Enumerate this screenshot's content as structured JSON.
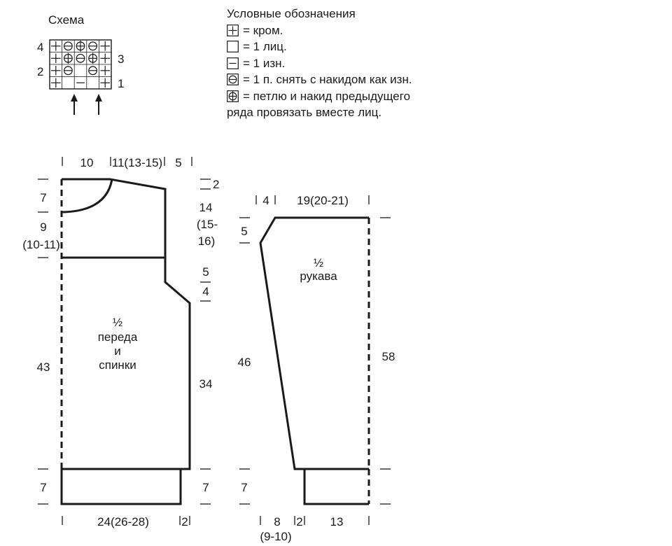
{
  "chart": {
    "title": "Схема",
    "row_numbers": [
      "4",
      "3",
      "2",
      "1"
    ],
    "grid": [
      [
        "edge",
        "slip",
        "knit-tog",
        "slip",
        "edge"
      ],
      [
        "edge",
        "knit-tog",
        "slip",
        "knit-tog",
        "edge"
      ],
      [
        "edge",
        "slip",
        "knit",
        "slip",
        "edge"
      ],
      [
        "edge",
        "knit",
        "purl",
        "knit",
        "edge"
      ]
    ]
  },
  "legend": {
    "title": "Условные обозначения",
    "items": [
      {
        "symbol": "edge",
        "text": "= кром."
      },
      {
        "symbol": "knit",
        "text": "= 1 лиц."
      },
      {
        "symbol": "purl",
        "text": "= 1 изн."
      },
      {
        "symbol": "slip",
        "text": "= 1 п. снять с накидом как изн."
      },
      {
        "symbol": "knit-tog",
        "text": "= петлю и накид предыдущего"
      }
    ],
    "continuation": "ряда провязать вместе лиц."
  },
  "body_pattern": {
    "label_lines": [
      "½",
      "переда",
      "и",
      "спинки"
    ],
    "dims": {
      "top_left": "10",
      "top_mid": "11(13-15)",
      "top_right": "5",
      "shoulder_drop": "2",
      "neck_depth": "7",
      "left_upper_lines": [
        "9",
        "(10-11)"
      ],
      "armhole_lines": [
        "14",
        "(15-",
        "16)"
      ],
      "armhole_step_a": "5",
      "armhole_step_b": "4",
      "left_total": "43",
      "side_length": "34",
      "rib_left": "7",
      "rib_right": "7",
      "bottom_width": "24(26-28)",
      "bottom_edge": "2"
    }
  },
  "sleeve_pattern": {
    "label_lines": [
      "½",
      "рукава"
    ],
    "dims": {
      "top_left": "4",
      "top_width": "19(20-21)",
      "cap_depth": "5",
      "left_length": "46",
      "right_length": "58",
      "cuff": "7",
      "bottom_left": "8",
      "bottom_left_alt": "(9-10)",
      "bottom_mid": "2",
      "bottom_right": "13"
    }
  },
  "colors": {
    "line": "#1a1a1a",
    "background": "#ffffff"
  }
}
